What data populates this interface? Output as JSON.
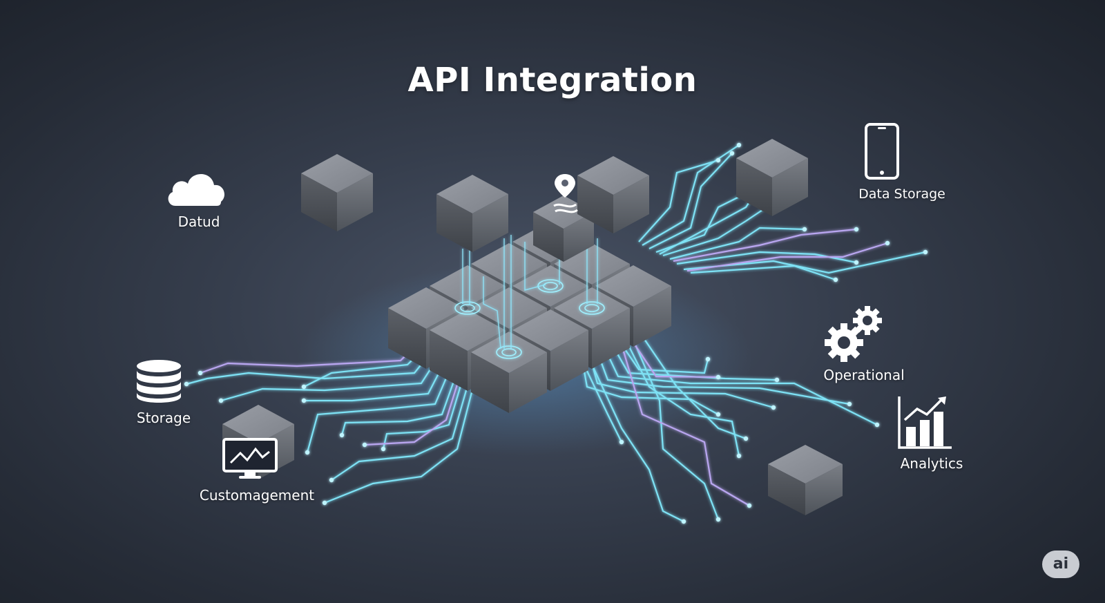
{
  "title": "API Integration",
  "nodes": {
    "cloud": "Datud",
    "phone": "Data Storage",
    "database": "Storage",
    "monitor": "Customagement",
    "gears": "Operational",
    "analytics": "Analytics"
  },
  "badge": "ai",
  "colors": {
    "background": "#2f3643",
    "cube_top": "#8a8e96",
    "cube_left": "#55595f",
    "cube_right": "#6f737a",
    "trace_cyan": "#7ee2f5",
    "trace_violet": "#b9a6f0",
    "icon_white": "#ffffff"
  }
}
